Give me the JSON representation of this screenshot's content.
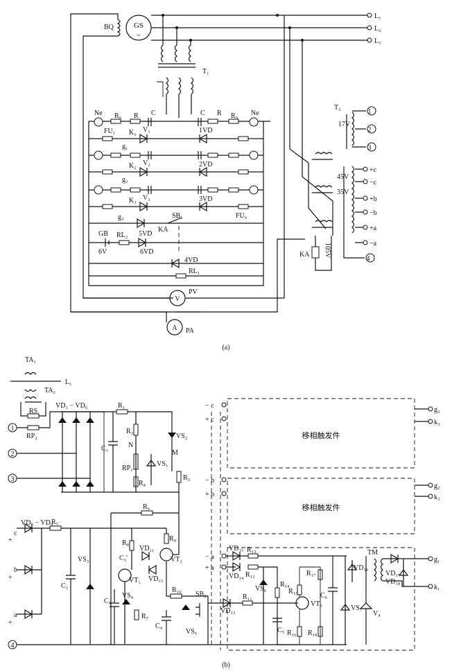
{
  "diagram_a": {
    "caption": "(a)",
    "generator": "GS",
    "generator_symbol": "~",
    "bq": "BQ",
    "lines": [
      "L₁",
      "L₂",
      "L₃"
    ],
    "t1": "T₁",
    "t2": "T₂",
    "ne": "Ne",
    "r0": "R₀",
    "r": "R",
    "c": "C",
    "r9": "R₉",
    "fu1": "FU₁",
    "fu6": "FU₆",
    "k": [
      "K₁",
      "K₂",
      "K₃"
    ],
    "v": [
      "V₁",
      "V₂",
      "V₃"
    ],
    "g": [
      "g₁",
      "g₂",
      "g₃"
    ],
    "vd": [
      "1VD",
      "2VD",
      "3VD"
    ],
    "vd5": "5VD",
    "vd6": "6VD",
    "vd4": "4VD",
    "ka": "KA",
    "sb1": "SB₁",
    "gb": "GB",
    "gb_volt": "6V",
    "rl2": "RL₂",
    "rl1": "RL₁",
    "pv": "PV",
    "pv_sym": "V",
    "pa": "PA",
    "pa_sym": "A",
    "v17": "17V",
    "v45": "45V",
    "v35": "35V",
    "v105": "105V",
    "t2_terms": [
      "1",
      "2",
      "3",
      "4"
    ],
    "t2_out": [
      "+c",
      "−c",
      "+b",
      "−b",
      "+a",
      "−a"
    ]
  },
  "diagram_b": {
    "caption": "(b)",
    "ta1": "TA₁",
    "ta2": "TA₂",
    "l1": "L₁",
    "rs": "RS",
    "rp2": "RP₂",
    "terms": [
      "1",
      "2",
      "3",
      "4"
    ],
    "vd1_6": "VD₁ − VD₆",
    "vd7_9": "VD₇ − VD₉",
    "r1": "R₁",
    "r2": "R₂",
    "r3": "R₃",
    "r4": "R₄",
    "r5": "R₅",
    "r6": "R₆",
    "r7": "R₇",
    "r8": "R₈",
    "r9": "R₉",
    "r10": "R₁₀",
    "r11": "R₁₁",
    "r12": "R₁₂",
    "r13": "R₁₃",
    "r14": "R₁₄",
    "r15": "R₁₅",
    "r16": "R₁₆",
    "r17": "R₁₇",
    "r18": "R₁₈",
    "c1": "C₁",
    "c2": "C₂",
    "c3": "C₃",
    "c3p": "C₃′",
    "c4": "C₄",
    "c5": "C₅",
    "c6": "C₆",
    "rp1": "RP₁",
    "n": "N",
    "m": "M",
    "vs1": "VS₁",
    "vs2": "VS₂",
    "vs3": "VS₃",
    "vs4": "VS₄",
    "vs5": "VS₅",
    "vs6": "VS₆",
    "vs7": "VS₇",
    "vt1": "VT₁",
    "vt2": "VT₂",
    "vt3": "VT₃",
    "vd11": "VD₁₁",
    "vd12": "VD₁₂",
    "vd13": "VD₁₃",
    "vd14": "VD₁₄",
    "vd15": "VD₁₅",
    "vd16": "VD₁₆",
    "vd17": "VD₁₇",
    "vd18": "VD₁₈",
    "sb2": "SB₂",
    "v4": "V₄",
    "tm": "TM",
    "trigger_label": "移相触发件",
    "inputs_c": [
      "− c",
      "+ c"
    ],
    "inputs_b": [
      "− b",
      "+ b"
    ],
    "inputs_a": [
      "− a",
      "+ a"
    ],
    "out_c": [
      "g₃",
      "k₃"
    ],
    "out_b": [
      "g₂",
      "k₂"
    ],
    "out_a": [
      "g₁",
      "k₁"
    ],
    "left_in": [
      "c",
      "b",
      "a"
    ],
    "plus": "+"
  }
}
